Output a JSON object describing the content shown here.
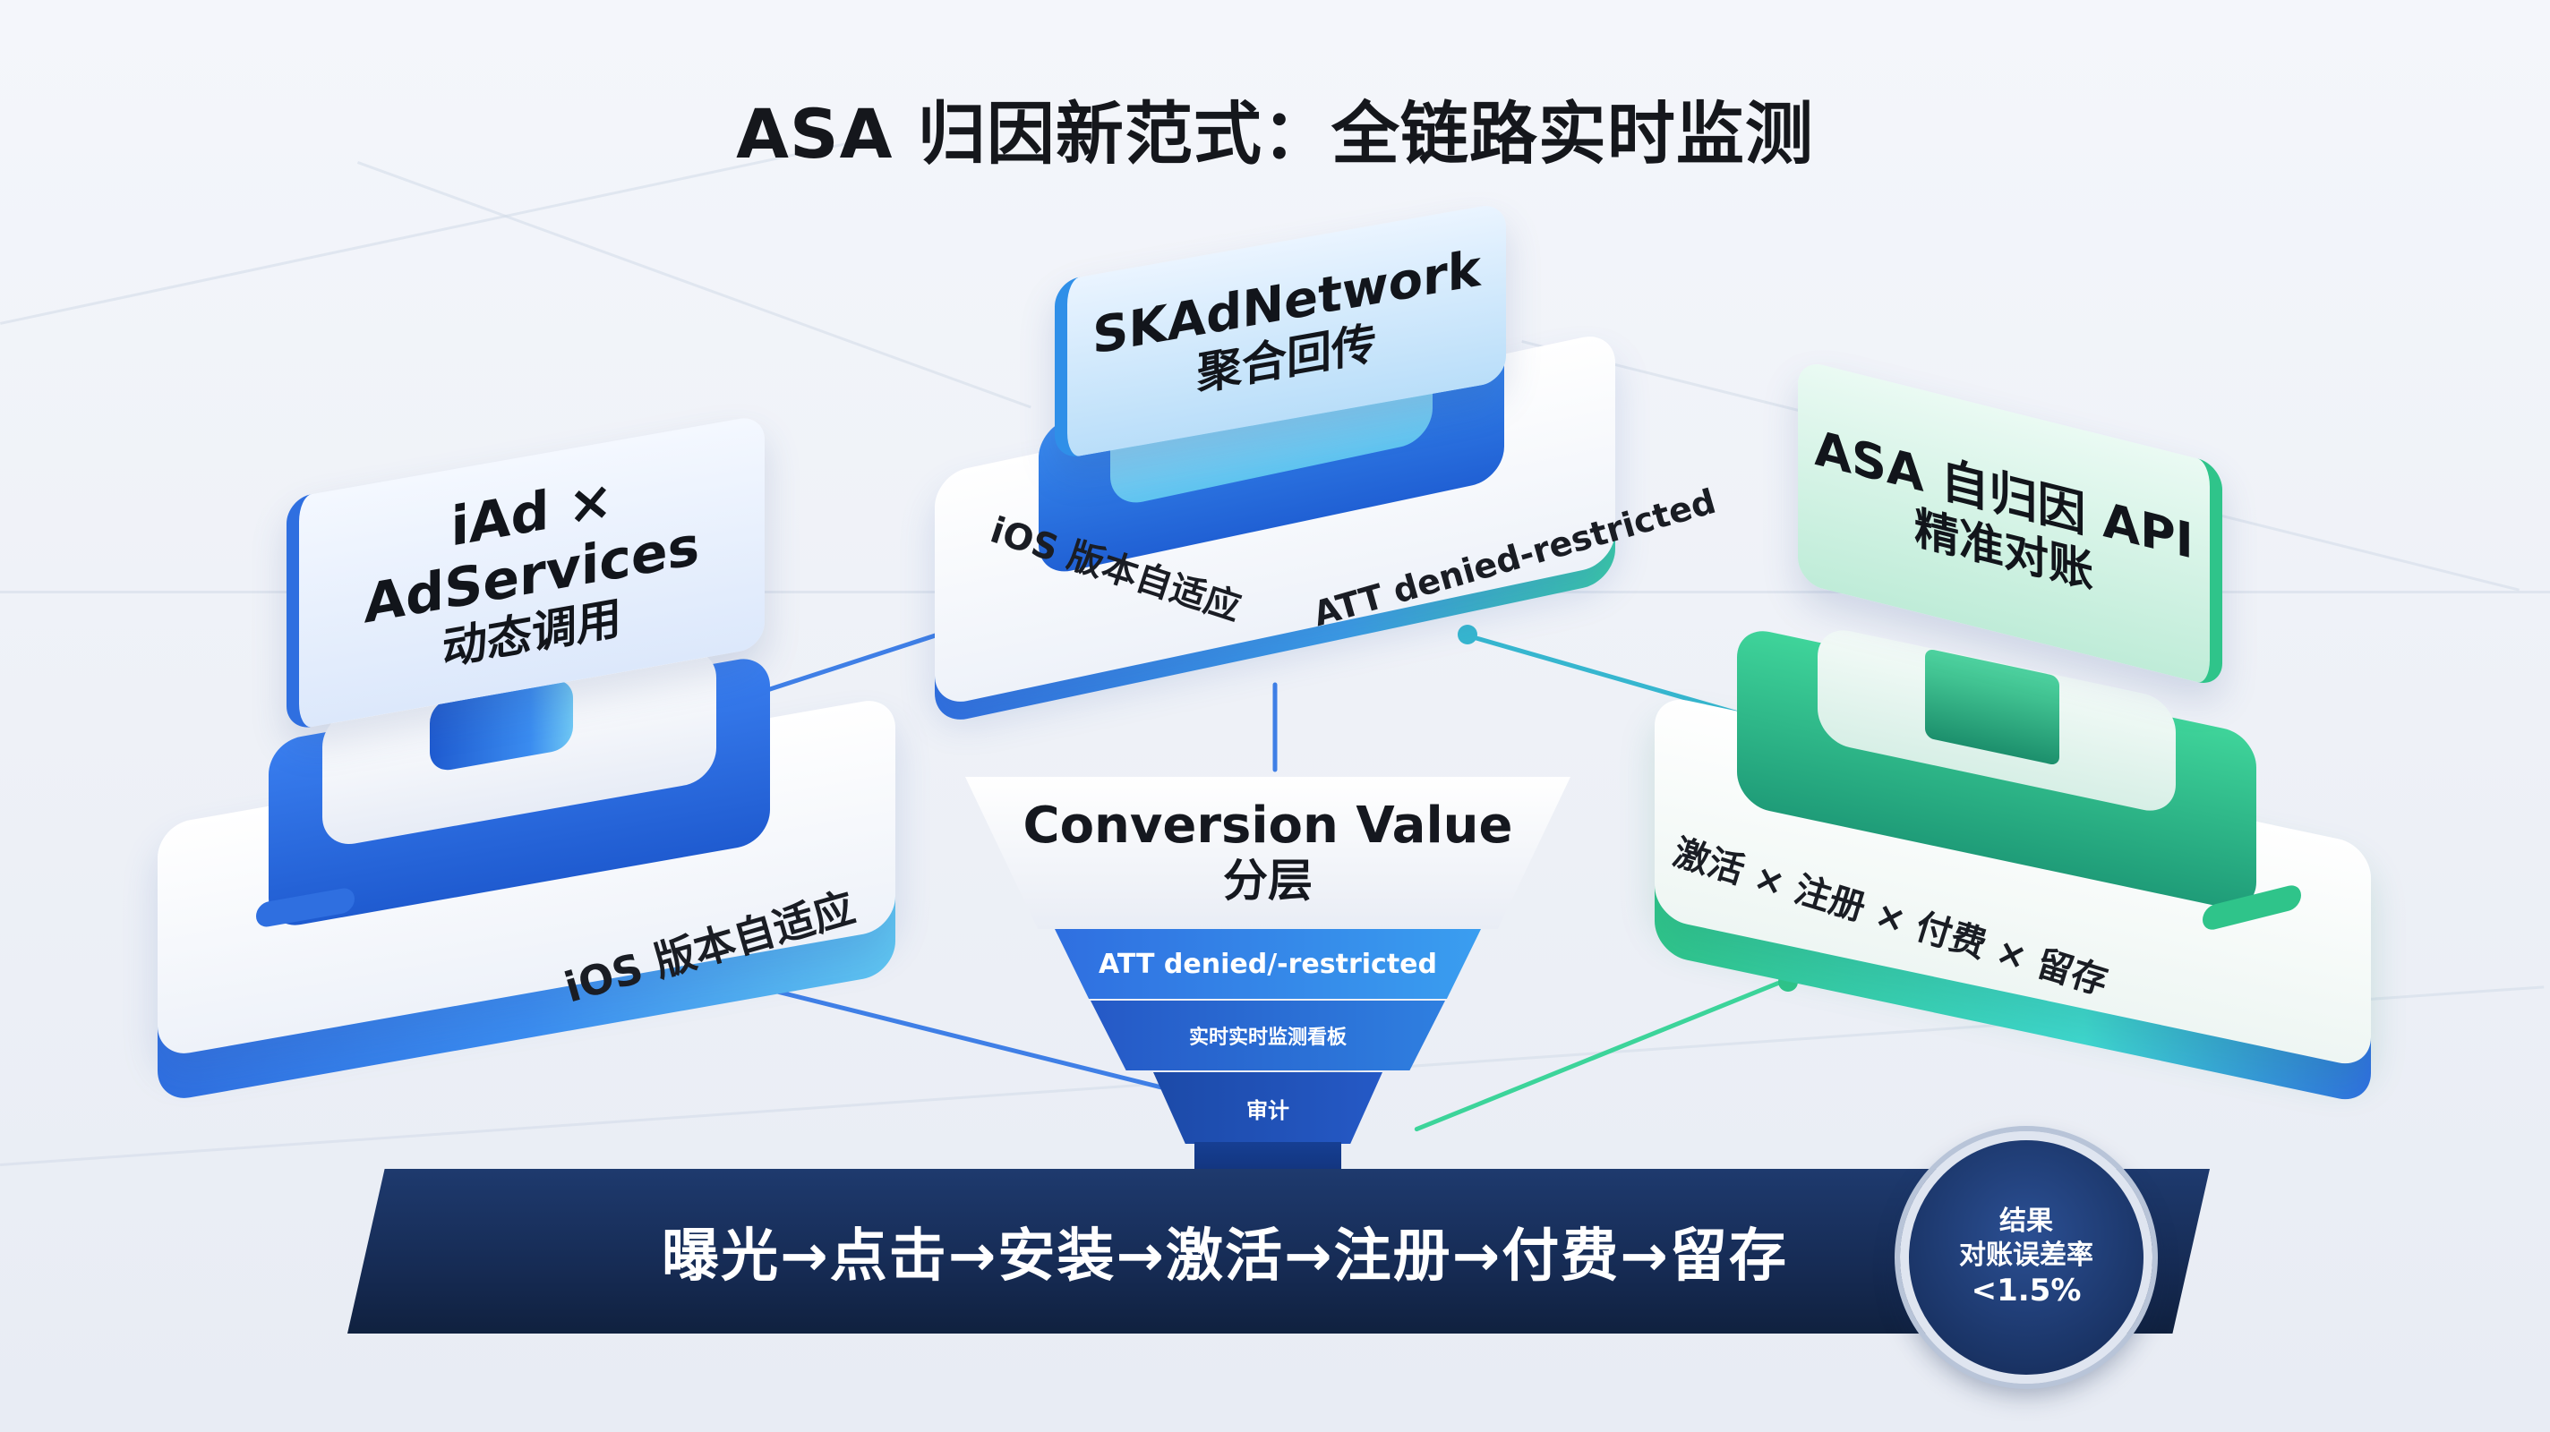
{
  "title": "ASA 归因新范式：全链路实时监测",
  "nodes": {
    "left": {
      "callout_line1": "iAd × AdServices",
      "callout_line2": "动态调用",
      "edge_label": "iOS 版本自适应"
    },
    "center": {
      "callout_line1": "SKAdNetwork",
      "callout_line2": "聚合回传",
      "edge_label_left": "iOS 版本自适应",
      "edge_label_right": "ATT denied-restricted"
    },
    "right": {
      "callout_line1": "ASA 自归因 API",
      "callout_line2": "精准对账",
      "edge_label": "激活 × 注册 × 付费 × 留存"
    }
  },
  "funnel": {
    "title_line1": "Conversion Value",
    "title_line2": "分层",
    "layers": [
      "ATT denied/-restricted",
      "实时实时监测看板",
      "审计"
    ]
  },
  "flow_bar": {
    "text": "曝光→点击→安装→激活→注册→付费→留存"
  },
  "badge": {
    "line1": "结果",
    "line2": "对账误差率",
    "line3": "<1.5%"
  },
  "colors": {
    "blue": "#2f6fe0",
    "light_blue": "#5fc4f0",
    "green": "#2fc48a",
    "navy": "#162b54"
  }
}
